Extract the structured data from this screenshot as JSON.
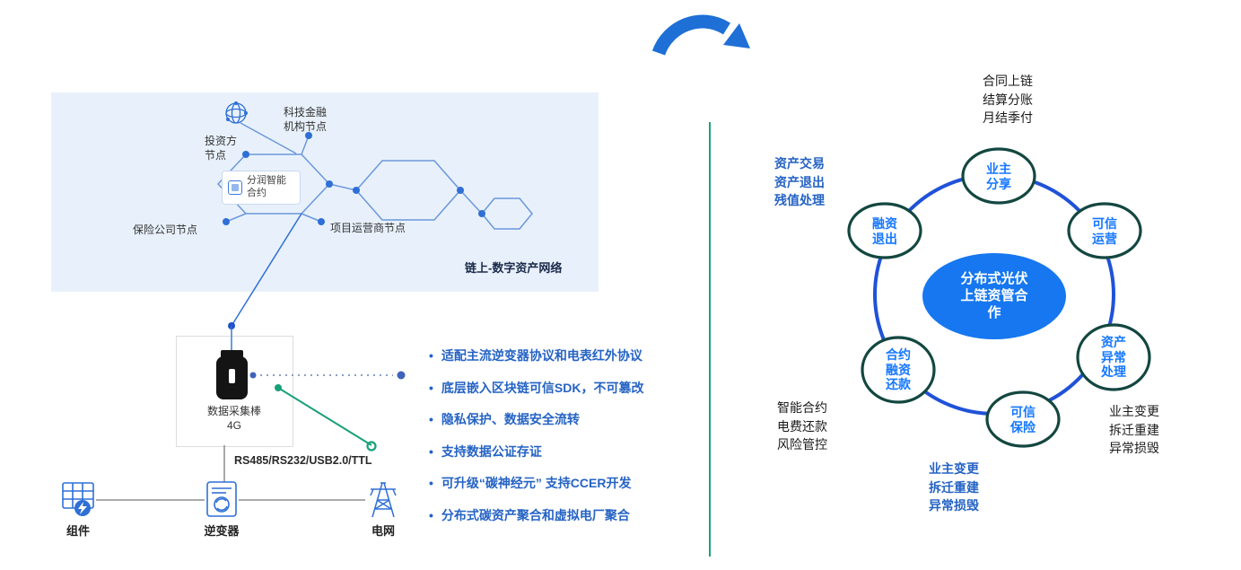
{
  "colors": {
    "accent_blue": "#2563c4",
    "node_text_blue": "#1677ff",
    "ring_blue": "#2052d8",
    "node_stroke_teal": "#134740",
    "divider_teal": "#1ea17c",
    "panel_bg": "#e8f1fb",
    "center_fill": "#1677f0",
    "arrow_blue": "#1e6fd6",
    "icon_blue": "#2f6fd6",
    "green_connector": "#19a07a"
  },
  "network_panel": {
    "caption": "链上-数字资产网络",
    "tech_finance_node": "科技金融\n机构节点",
    "investor_node": "投资方\n节点",
    "smart_contract": "分润智能\n合约",
    "insurance_node": "保险公司节点",
    "operator_node": "项目运营商节点"
  },
  "device": {
    "name": "数据采集棒\n4G",
    "interfaces": "RS485/RS232/USB2.0/TTL"
  },
  "chain_icons": [
    {
      "label": "组件"
    },
    {
      "label": "逆变器"
    },
    {
      "label": "电网"
    }
  ],
  "features": {
    "marker": "•",
    "items": [
      "适配主流逆变器协议和电表红外协议",
      "底层嵌入区块链可信SDK，不可篡改",
      "隐私保护、数据安全流转",
      "支持数据公证存证",
      "可升级“碳神经元” 支持CCER开发",
      "分布式碳资产聚合和虚拟电厂聚合"
    ]
  },
  "cycle": {
    "center": "分布式光伏\n上链资管合\n作",
    "nodes": [
      {
        "label": "业主\n分享"
      },
      {
        "label": "可信\n运营"
      },
      {
        "label": "资产\n异常\n处理"
      },
      {
        "label": "可信\n保险"
      },
      {
        "label": "合约\n融资\n还款"
      },
      {
        "label": "融资\n退出"
      }
    ],
    "annotations": {
      "top": "合同上链\n结算分账\n月结季付",
      "left": "资产交易\n资产退出\n残值处理",
      "bottom_left": "智能合约\n电费还款\n风险管控",
      "bottom": "业主变更\n拆迁重建\n异常损毁",
      "right": "业主变更\n拆迁重建\n异常损毁"
    }
  }
}
